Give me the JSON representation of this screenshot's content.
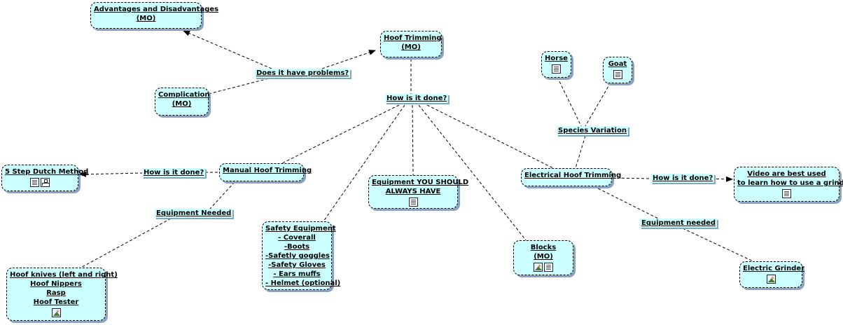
{
  "nodes": {
    "advantages": {
      "lines": [
        "Advantages and Disadvantages",
        "(MO)"
      ]
    },
    "hoof_trimming": {
      "lines": [
        "Hoof Trimming",
        "(MO)"
      ]
    },
    "complication": {
      "lines": [
        "Complication",
        "(MO)"
      ]
    },
    "horse": {
      "lines": [
        "Horse"
      ],
      "icons": [
        "doc"
      ]
    },
    "goat": {
      "lines": [
        "Goat"
      ],
      "icons": [
        "doc"
      ]
    },
    "dutch": {
      "lines": [
        "5 Step Dutch Method"
      ],
      "icons": [
        "doc",
        "map"
      ]
    },
    "manual": {
      "lines": [
        "Manual Hoof Trimming"
      ]
    },
    "equip_always": {
      "lines": [
        "Equipment YOU SHOULD",
        "ALWAYS HAVE"
      ],
      "icons": [
        "doc"
      ]
    },
    "electrical": {
      "lines": [
        "Electrical Hoof Trimming"
      ]
    },
    "video": {
      "lines": [
        "Video are best used",
        "to learn how to use a grinder"
      ],
      "icons": [
        "doc"
      ]
    },
    "safety": {
      "lines": [
        "Safety Equipment",
        "- Coverall",
        "-Boots",
        "-Safetly goggles",
        "-Safety Gloves",
        "- Ears muffs",
        "- Helmet (optional)"
      ]
    },
    "blocks": {
      "lines": [
        "Blocks",
        "(MO)"
      ],
      "icons": [
        "img",
        "doc"
      ]
    },
    "grinder": {
      "lines": [
        "Electric Grinder"
      ],
      "icons": [
        "img"
      ]
    },
    "knives": {
      "lines": [
        "Hoof knives (left and right)",
        "Hoof Nippers",
        "Rasp",
        "Hoof Tester"
      ],
      "icons": [
        "img"
      ]
    }
  },
  "phrases": {
    "problems": "Does it have problems?",
    "how_main": "How is it done?",
    "species": "Species Variation",
    "how_manual": "How is it done?",
    "how_electric": "How is it done?",
    "equip_needed_manual": "Equipment Needed",
    "equip_needed_electric": "Equipment needed"
  },
  "colors": {
    "node_fill": "#ccffff",
    "shadow": "#8f9fbf",
    "line": "#000000"
  }
}
